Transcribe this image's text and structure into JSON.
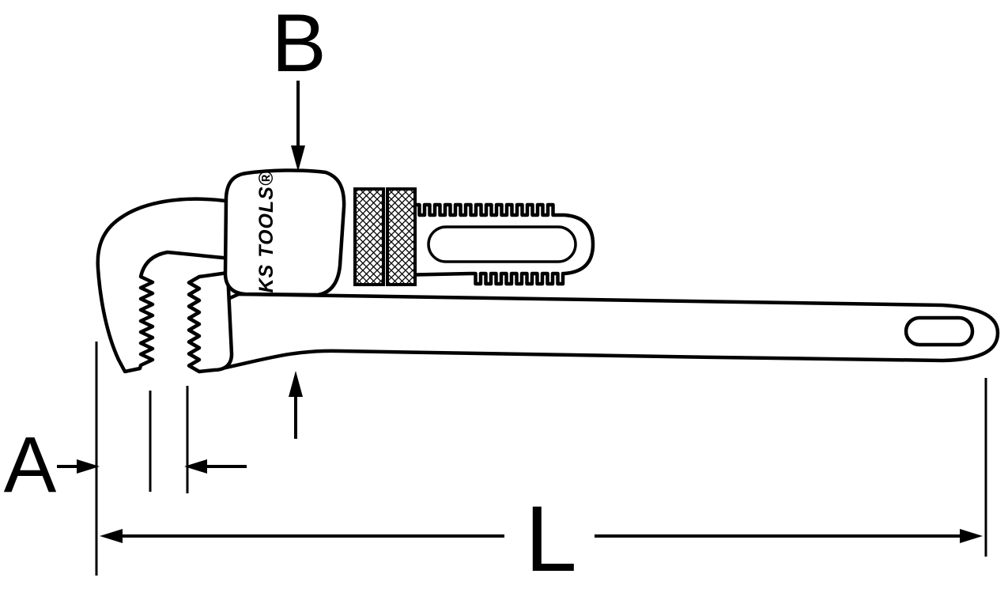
{
  "figure": {
    "background": "#ffffff",
    "line_color": "#000000",
    "brand_text": "KS TOOLS®"
  },
  "dimensions": {
    "a_label": "A",
    "b_label": "B",
    "l_label": "L"
  }
}
